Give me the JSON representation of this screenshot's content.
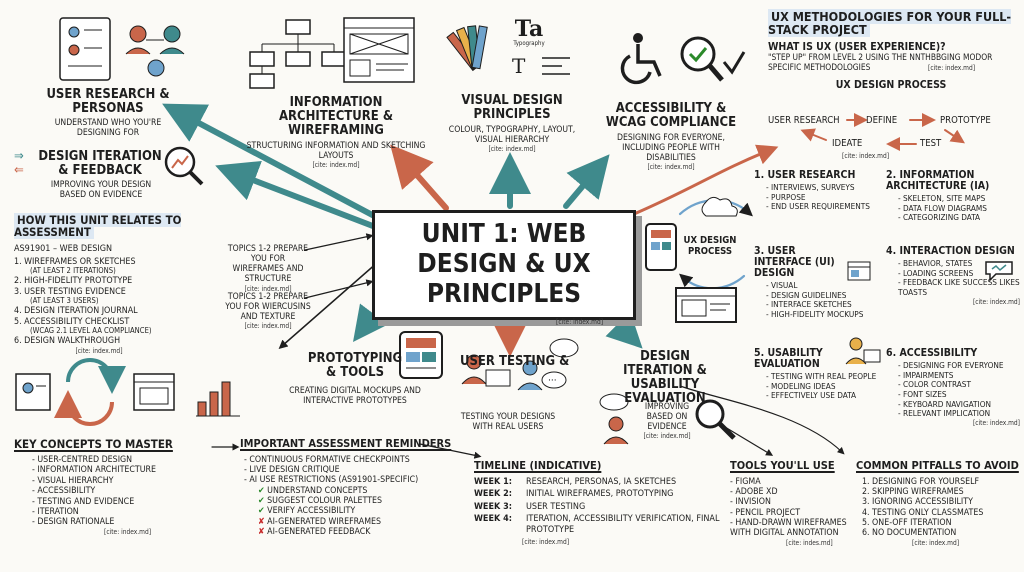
{
  "center": {
    "title": "UNIT 1: WEB DESIGN & UX PRINCIPLES",
    "cite": "[cite: index.md]"
  },
  "user_research": {
    "title": "USER RESEARCH & PERSONAS",
    "text": "UNDERSTAND WHO YOU'RE DESIGNING FOR"
  },
  "ia": {
    "title": "INFORMATION ARCHITECTURE & WIREFRAMING",
    "text": "STRUCTURING INFORMATION AND SKETCHING LAYOUTS",
    "cite": "[cite: index.md]"
  },
  "visual": {
    "title": "VISUAL DESIGN PRINCIPLES",
    "text": "COLOUR, TYPOGRAPHY, LAYOUT, VISUAL HIERARCHY",
    "cite": "[cite: index.md]",
    "icon_ta": "Ta",
    "icon_typo": "Typography",
    "icon_t": "T"
  },
  "accessibility_top": {
    "title": "ACCESSIBILITY & WCAG COMPLIANCE",
    "text": "DESIGNING FOR EVERYONE, INCLUDING PEOPLE WITH DISABILITIES",
    "cite": "[cite: index.md]"
  },
  "iteration_left": {
    "title": "DESIGN ITERATION & FEEDBACK",
    "text": "IMPROVING YOUR DESIGN BASED ON EVIDENCE"
  },
  "assessment": {
    "heading": "HOW THIS UNIT RELATES TO ASSESSMENT",
    "standard": "AS91901 – WEB DESIGN",
    "items": [
      {
        "main": "1. WIREFRAMES OR SKETCHES",
        "sub": "(AT LEAST 2 ITERATIONS)"
      },
      {
        "main": "2. HIGH-FIDELITY PROTOTYPE",
        "sub": ""
      },
      {
        "main": "3. USER TESTING EVIDENCE",
        "sub": "(AT LEAST 3 USERS)"
      },
      {
        "main": "4. DESIGN ITERATION JOURNAL",
        "sub": ""
      },
      {
        "main": "5. ACCESSIBILITY CHECKLIST",
        "sub": "(WCAG 2.1 LEVEL AA COMPLIANCE)"
      },
      {
        "main": "6. DESIGN WALKTHROUGH",
        "sub": ""
      }
    ],
    "cite": "[cite: index.md]"
  },
  "topics": [
    {
      "text": "TOPICS 1-2 PREPARE YOU FOR WIREFRAMES AND STRUCTURE",
      "cite": "[cite: index.md]"
    },
    {
      "text": "TOPICS 1-2 PREPARE YOU FOR WIERCUSINS AND TEXTURE",
      "cite": "[cite: index.md]"
    }
  ],
  "prototyping": {
    "title": "PROTOTYPING & TOOLS",
    "text": "CREATING DIGITAL MOCKUPS AND INTERACTIVE PROTOTYPES"
  },
  "user_testing": {
    "title": "USER TESTING &",
    "text": "TESTING YOUR DESIGNS WITH REAL USERS"
  },
  "iteration_eval": {
    "title": "DESIGN ITERATION & USABILITY EVALUATION",
    "text": "IMPROVING BASED ON EVIDENCE",
    "cite": "[cite: index.md]"
  },
  "ux_cycle_label": "UX DESIGN PROCESS",
  "ux_methods": {
    "title": "UX METHODOLOGIES FOR YOUR FULL-STACK PROJECT",
    "question": "WHAT IS UX (USER EXPERIENCE)?",
    "desc": "\"STEP UP\" FROM LEVEL 2 USING THE NNTHBBGING MODOR SPECIFIC METHODOLOGIES",
    "cite": "[cite: index.md]",
    "process_title": "UX DESIGN PROCESS",
    "steps": [
      "USER RESEARCH",
      "DEFINE",
      "PROTOTYPE",
      "IDEATE",
      "TEST"
    ],
    "process_cite": "[cite: index.md]"
  },
  "methods": [
    {
      "title": "1. USER RESEARCH",
      "items": [
        "INTERVIEWS, SURVEYS",
        "PURPOSE",
        "END USER REQUIREMENTS"
      ],
      "cite": ""
    },
    {
      "title": "2. INFORMATION ARCHITECTURE (IA)",
      "items": [
        "SKELETON, SITE MAPS",
        "DATA FLOW DIAGRAMS",
        "CATEGORIZING DATA"
      ],
      "cite": ""
    },
    {
      "title": "3. USER INTERFACE (UI) DESIGN",
      "items": [
        "VISUAL",
        "DESIGN GUIDELINES",
        "INTERFACE SKETCHES",
        "HIGH-FIDELITY MOCKUPS"
      ],
      "cite": ""
    },
    {
      "title": "4. INTERACTION DESIGN",
      "items": [
        "BEHAVIOR, STATES",
        "LOADING SCREENS",
        "FEEDBACK LIKE SUCCESS LIKES TOASTS"
      ],
      "cite": "[cite: index.md]"
    },
    {
      "title": "5. USABILITY EVALUATION",
      "items": [
        "TESTING WITH REAL PEOPLE",
        "MODELING IDEAS",
        "EFFECTIVELY USE DATA"
      ],
      "cite": ""
    },
    {
      "title": "6. ACCESSIBILITY",
      "items": [
        "DESIGNING FOR EVERYONE",
        "IMPAIRMENTS",
        "COLOR CONTRAST",
        "FONT SIZES",
        "KEYBOARD NAVIGATION",
        "RELEVANT IMPLICATION"
      ],
      "cite": "[cite: index.md]"
    }
  ],
  "key_concepts": {
    "title": "KEY CONCEPTS TO MASTER",
    "items": [
      "USER-CENTRED DESIGN",
      "INFORMATION ARCHITECTURE",
      "VISUAL HIERARCHY",
      "ACCESSIBILITY",
      "TESTING AND EVIDENCE",
      "ITERATION",
      "DESIGN RATIONALE"
    ],
    "cite": "[cite: index.md]"
  },
  "reminders": {
    "title": "IMPORTANT ASSESSMENT REMINDERS",
    "items": [
      "CONTINUOUS FORMATIVE CHECKPOINTS",
      "LIVE DESIGN CRITIQUE",
      "AI USE RESTRICTIONS (AS91901-SPECIFIC)"
    ],
    "allowed": [
      "UNDERSTAND CONCEPTS",
      "SUGGEST COLOUR PALETTES",
      "VERIFY ACCESSIBILITY"
    ],
    "denied": [
      "AI-GENERATED WIREFRAMES",
      "AI-GENERATED FEEDBACK"
    ],
    "check_glyph": "✔",
    "cross_glyph": "✘"
  },
  "timeline": {
    "title": "TIMELINE (INDICATIVE)",
    "weeks": [
      {
        "label": "WEEK 1:",
        "text": "RESEARCH, PERSONAS, IA SKETCHES"
      },
      {
        "label": "WEEK 2:",
        "text": "INITIAL WIREFRAMES, PROTOTYPING"
      },
      {
        "label": "WEEK 3:",
        "text": "USER TESTING"
      },
      {
        "label": "WEEK 4:",
        "text": "ITERATION, ACCESSIBILITY VERIFICATION, FINAL PROTOTYPE"
      }
    ],
    "cite": "[cite: index.md]"
  },
  "tools": {
    "title": "TOOLS YOU'LL USE",
    "items": [
      "FIGMA",
      "ADOBE XD",
      "INVISION",
      "PENCIL PROJECT",
      "HAND-DRAWN WIREFRAMES WITH DIGITAL ANNOTATION"
    ],
    "cite": "[cite: indes.md]"
  },
  "pitfalls": {
    "title": "COMMON PITFALLS TO AVOID",
    "items": [
      "1. DESIGNING FOR YOURSELF",
      "2. SKIPPING WIREFRAMES",
      "3. IGNORING ACCESSIBILITY",
      "4. TESTING ONLY CLASSMATES",
      "5. ONE-OFF ITERATION",
      "6. NO DOCUMENTATION"
    ],
    "cite": "[cite: index.md]"
  },
  "colors": {
    "teal": "#3f8a8c",
    "rust": "#c9664a",
    "ink": "#1e1e1e",
    "blue": "#6fa3cc"
  }
}
